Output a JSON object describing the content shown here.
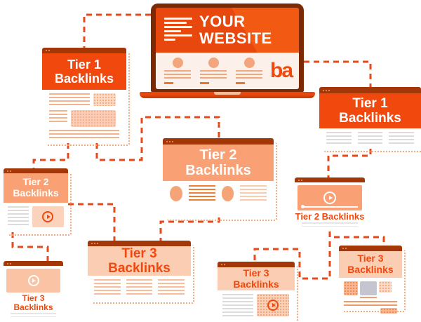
{
  "website": {
    "title": "YOUR WEBSITE",
    "logo_text": "ba"
  },
  "nodes": [
    {
      "id": "tier1-left",
      "label": "Tier 1 Backlinks",
      "tier": 1,
      "media": "article"
    },
    {
      "id": "tier1-right",
      "label": "Tier 1 Backlinks",
      "tier": 1,
      "media": "article"
    },
    {
      "id": "tier2-left",
      "label": "Tier 2 Backlinks",
      "tier": 2,
      "media": "video"
    },
    {
      "id": "tier2-center",
      "label": "Tier 2 Backlinks",
      "tier": 2,
      "media": "article"
    },
    {
      "id": "tier2-right",
      "label": "Tier 2 Backlinks",
      "tier": 2,
      "media": "video"
    },
    {
      "id": "tier3-center",
      "label": "Tier 3 Backlinks",
      "tier": 3,
      "media": "article"
    },
    {
      "id": "tier3-bottom-left",
      "label": "Tier 3 Backlinks",
      "tier": 3,
      "media": "video"
    },
    {
      "id": "tier3-bottom-middle",
      "label": "Tier 3 Backlinks",
      "tier": 3,
      "media": "video"
    },
    {
      "id": "tier3-bottom-right",
      "label": "Tier 3 Backlinks",
      "tier": 3,
      "media": "mixed"
    }
  ],
  "edges": [
    {
      "from": "your-website",
      "to": "tier1-left"
    },
    {
      "from": "your-website",
      "to": "tier1-right"
    },
    {
      "from": "tier1-left",
      "to": "tier2-left"
    },
    {
      "from": "tier1-left",
      "to": "tier2-center"
    },
    {
      "from": "tier1-right",
      "to": "tier2-right"
    },
    {
      "from": "tier2-left",
      "to": "tier3-bottom-left"
    },
    {
      "from": "tier2-left",
      "to": "tier3-center"
    },
    {
      "from": "tier2-center",
      "to": "tier3-center"
    },
    {
      "from": "tier2-right",
      "to": "tier3-bottom-middle"
    },
    {
      "from": "tier2-right",
      "to": "tier3-bottom-right"
    }
  ],
  "icons": [
    "play-icon",
    "avatar-icon",
    "text-lines-icon",
    "window-dots-icon",
    "brand-logo"
  ],
  "colors": {
    "accent": "#E8470E",
    "tier1_header": "#F1490D",
    "tier2_header": "#F9A175",
    "tier3_header": "#FBCDB3",
    "titlebar": "#A33708",
    "laptop_frame": "#7C2906",
    "orange_text": "#F1490D",
    "connector": "#E8491A",
    "gray_lines": "#DCDCDC"
  }
}
